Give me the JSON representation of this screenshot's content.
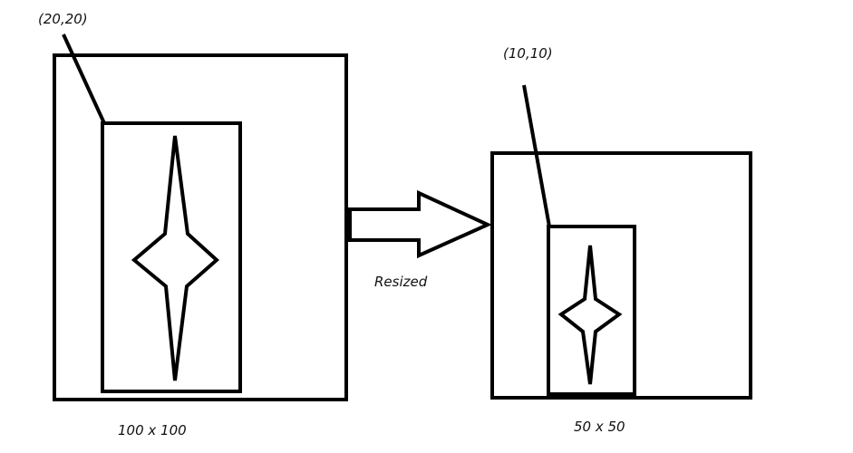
{
  "diagram": {
    "left_image": {
      "coordinate_label": "(20,20)",
      "size_label": "100 x 100"
    },
    "right_image": {
      "coordinate_label": "(10,10)",
      "size_label": "50 x 50"
    },
    "arrow_label": "Resized",
    "colors": {
      "stroke": "#000000",
      "background": "#ffffff"
    }
  }
}
